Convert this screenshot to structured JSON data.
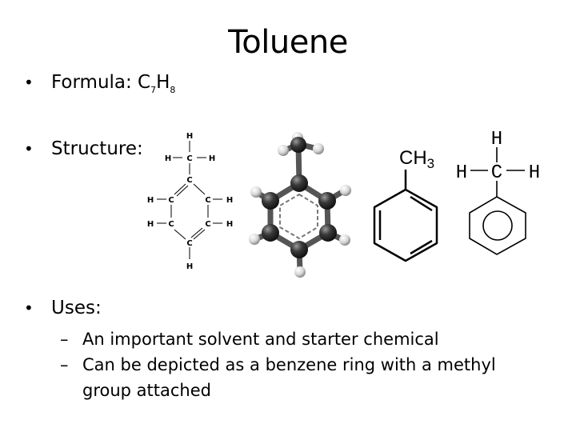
{
  "slide": {
    "title": "Toluene",
    "bullets": {
      "formula_label": "Formula: C",
      "formula_sub1": "7",
      "formula_mid": "H",
      "formula_sub2": "8",
      "structure_label": "Structure:",
      "uses_label": "Uses:"
    },
    "uses": [
      "An important solvent and starter chemical",
      "Can be depicted as a benzene ring with a methyl",
      "group attached"
    ]
  },
  "structures": {
    "lewis": {
      "atoms": [
        "H",
        "H",
        "C",
        "H",
        "C",
        "H",
        "C",
        "C",
        "H",
        "H",
        "C",
        "C",
        "H",
        "C",
        "H"
      ]
    },
    "skeletal_label": "CH3",
    "condensed_labels": {
      "top_h": "H",
      "left_h": "H",
      "carbon": "C",
      "right_h": "H"
    }
  }
}
